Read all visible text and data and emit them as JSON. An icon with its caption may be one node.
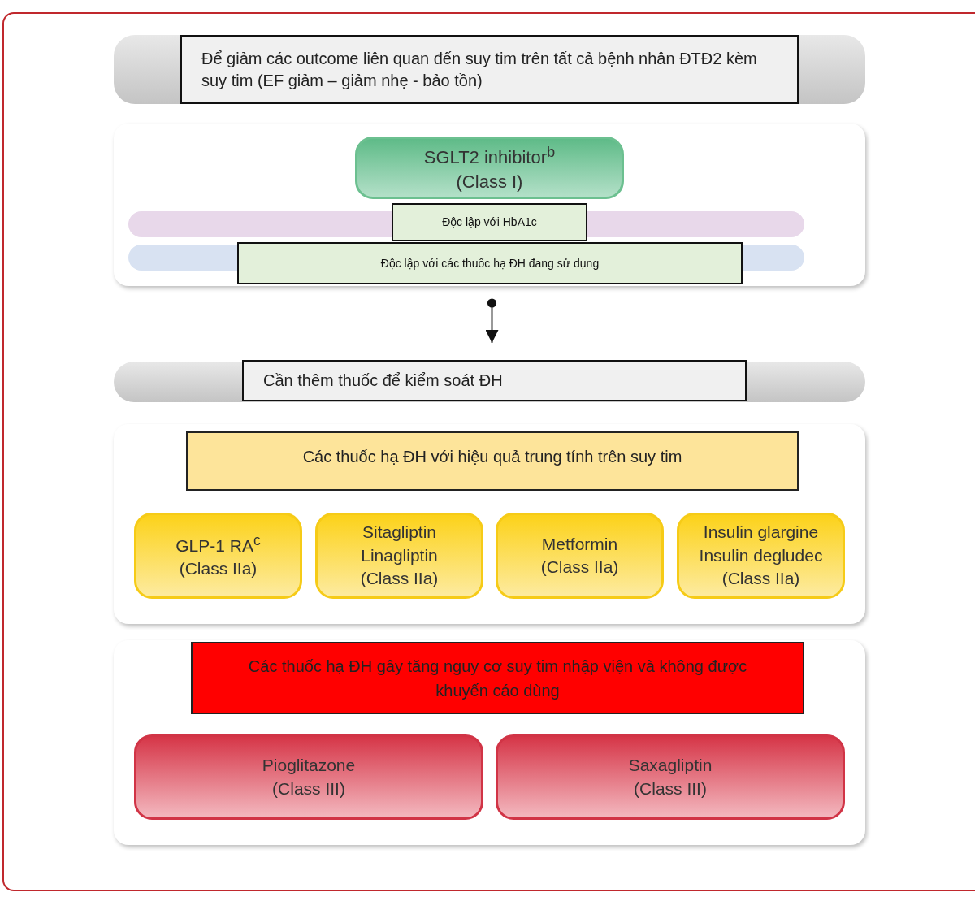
{
  "diagram": {
    "nodes": [
      {
        "text": [
          "Để giảm các outcome liên quan đến suy tim trên tất cả bệnh nhân ĐTĐ2 kèm suy tim (EF giảm – giảm nhẹ - bảo tồn)"
        ]
      },
      {
        "text": [],
        "shape": "box"
      },
      {
        "text": [
          "SGLT2 inhibitor$^{b}$",
          "(Class I)"
        ],
        "in": 1
      },
      {
        "text": [
          "Độc lập với HbA1c"
        ],
        "in": 1
      },
      {
        "text": [
          "Độc lập với các thuốc hạ ĐH đang sử dụng"
        ],
        "in": 1
      },
      {
        "text": [
          "Cần thêm thuốc để kiểm soát ĐH"
        ]
      },
      {
        "text": [],
        "shape": "box"
      },
      {
        "text": [
          "Các thuốc hạ ĐH với hiệu quả trung tính trên suy tim"
        ],
        "in": 6
      },
      {
        "text": [
          "GLP-1 RA$^{c}$",
          "(Class IIa)"
        ],
        "in": 6
      },
      {
        "text": [
          "Sitagliptin",
          "Linagliptin",
          "(Class IIa)"
        ],
        "in": 6
      },
      {
        "text": [
          "Metformin",
          "(Class IIa)"
        ],
        "in": 6
      },
      {
        "text": [
          "Insulin glargine",
          "Insulin degludec",
          "(Class IIa)"
        ],
        "in": 6
      },
      {
        "text": [],
        "shape": "box"
      },
      {
        "text": [
          "Các thuốc hạ ĐH gây tăng nguy cơ suy tim nhập viện và không được khuyến cáo dùng"
        ],
        "in": 12
      },
      {
        "text": [
          "Pioglitazone",
          "(Class III)"
        ],
        "in": 12
      },
      {
        "text": [
          "Saxagliptin",
          "(Class III)"
        ],
        "in": 12
      }
    ],
    "edges": [
      {
        "from": 1,
        "to": 5,
        "arrow": "to"
      }
    ]
  }
}
